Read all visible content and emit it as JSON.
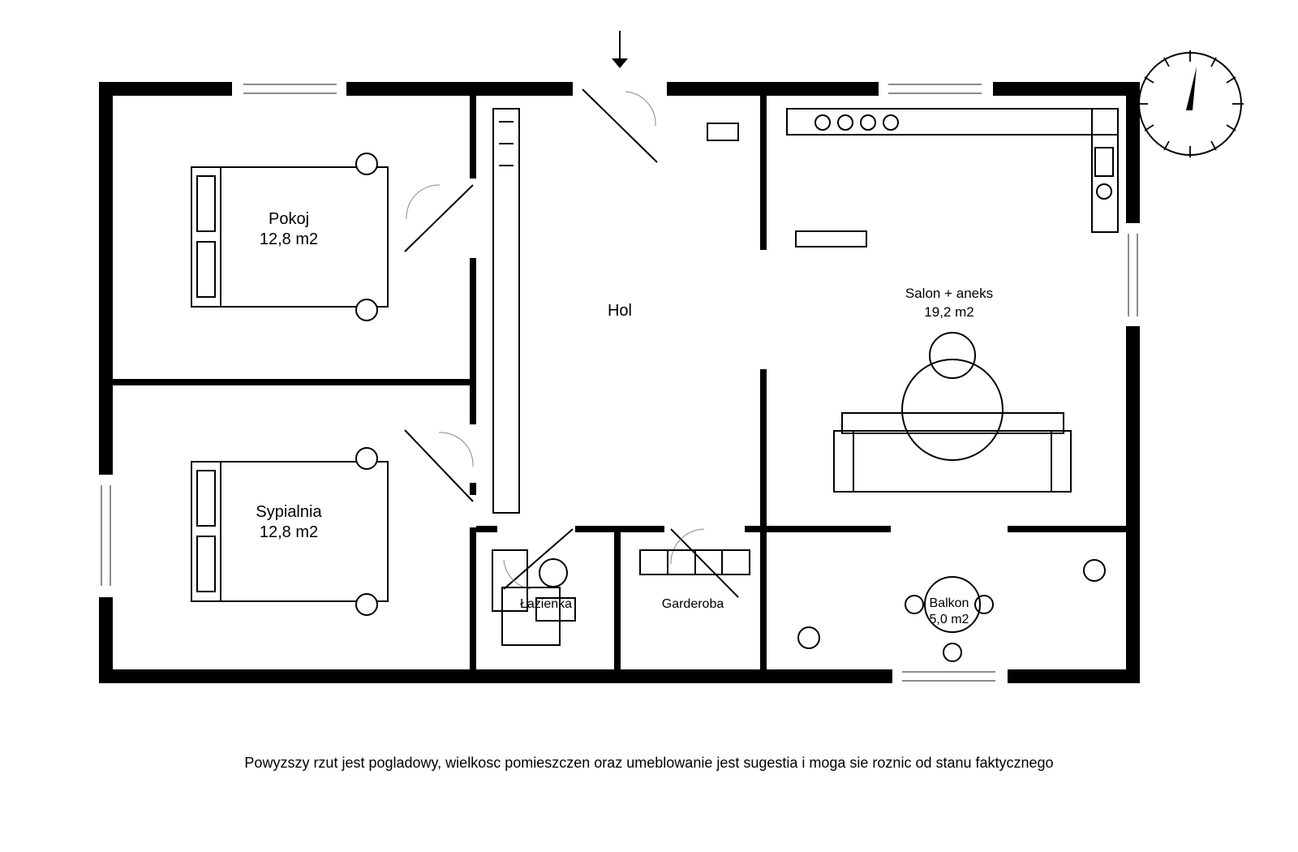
{
  "rooms": {
    "pokoj": {
      "name": "Pokoj",
      "area": "12,8 m2"
    },
    "sypialnia": {
      "name": "Sypialnia",
      "area": "12,8 m2"
    },
    "hol": {
      "name": "Hol"
    },
    "salon": {
      "name": "Salon + aneks",
      "area": "19,2 m2"
    },
    "lazienka": {
      "name": "Łazienka"
    },
    "garderoba": {
      "name": "Garderoba"
    },
    "balkon": {
      "name": "Balkon",
      "area": "5,0 m2"
    }
  },
  "disclaimer": "Powyzszy rzut jest pogladowy, wielkosc pomieszczen oraz umeblowanie jest sugestia i moga sie roznic od stanu faktycznego",
  "colors": {
    "wall": "#000000",
    "background": "#ffffff",
    "window": "#666666"
  },
  "icons": {
    "compass": "compass-icon",
    "entrance": "entrance-arrow-icon"
  }
}
